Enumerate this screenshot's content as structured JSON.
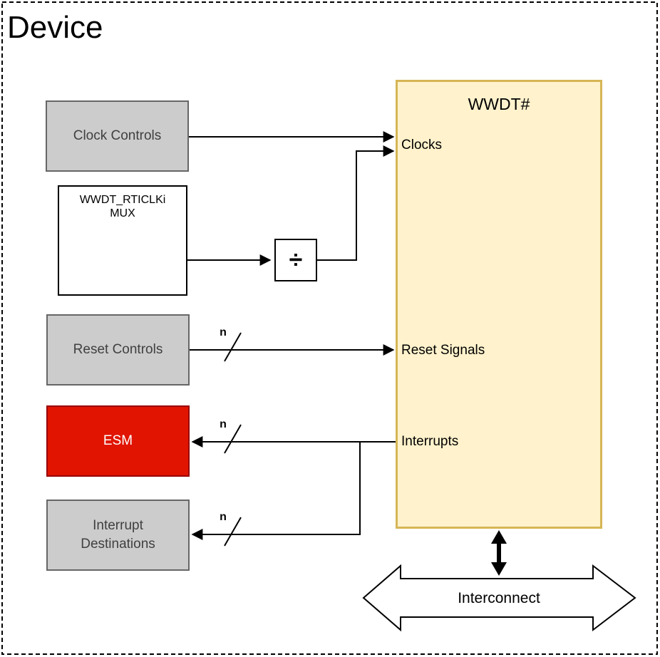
{
  "device": {
    "label": "Device"
  },
  "blocks": {
    "clock_controls": {
      "label": "Clock Controls"
    },
    "mux": {
      "line1": "WWDT_RTICLKi",
      "line2": "MUX"
    },
    "divider": {
      "symbol": "÷"
    },
    "reset_controls": {
      "label": "Reset Controls"
    },
    "esm": {
      "label": "ESM"
    },
    "interrupt_destinations": {
      "label": "Interrupt Destinations"
    }
  },
  "wwdt": {
    "title": "WWDT#",
    "ports": {
      "clocks": "Clocks",
      "reset_signals": "Reset Signals",
      "interrupts": "Interrupts"
    }
  },
  "bus": {
    "width_label": "n"
  },
  "interconnect": {
    "label": "Interconnect"
  },
  "colors": {
    "wwdt_fill": "#FFF2CC",
    "wwdt_border": "#D6B656",
    "block_fill": "#CCCCCC",
    "block_border": "#666666",
    "esm_fill": "#E01400",
    "esm_border": "#990000",
    "line": "#000000",
    "background": "#FFFFFF"
  }
}
